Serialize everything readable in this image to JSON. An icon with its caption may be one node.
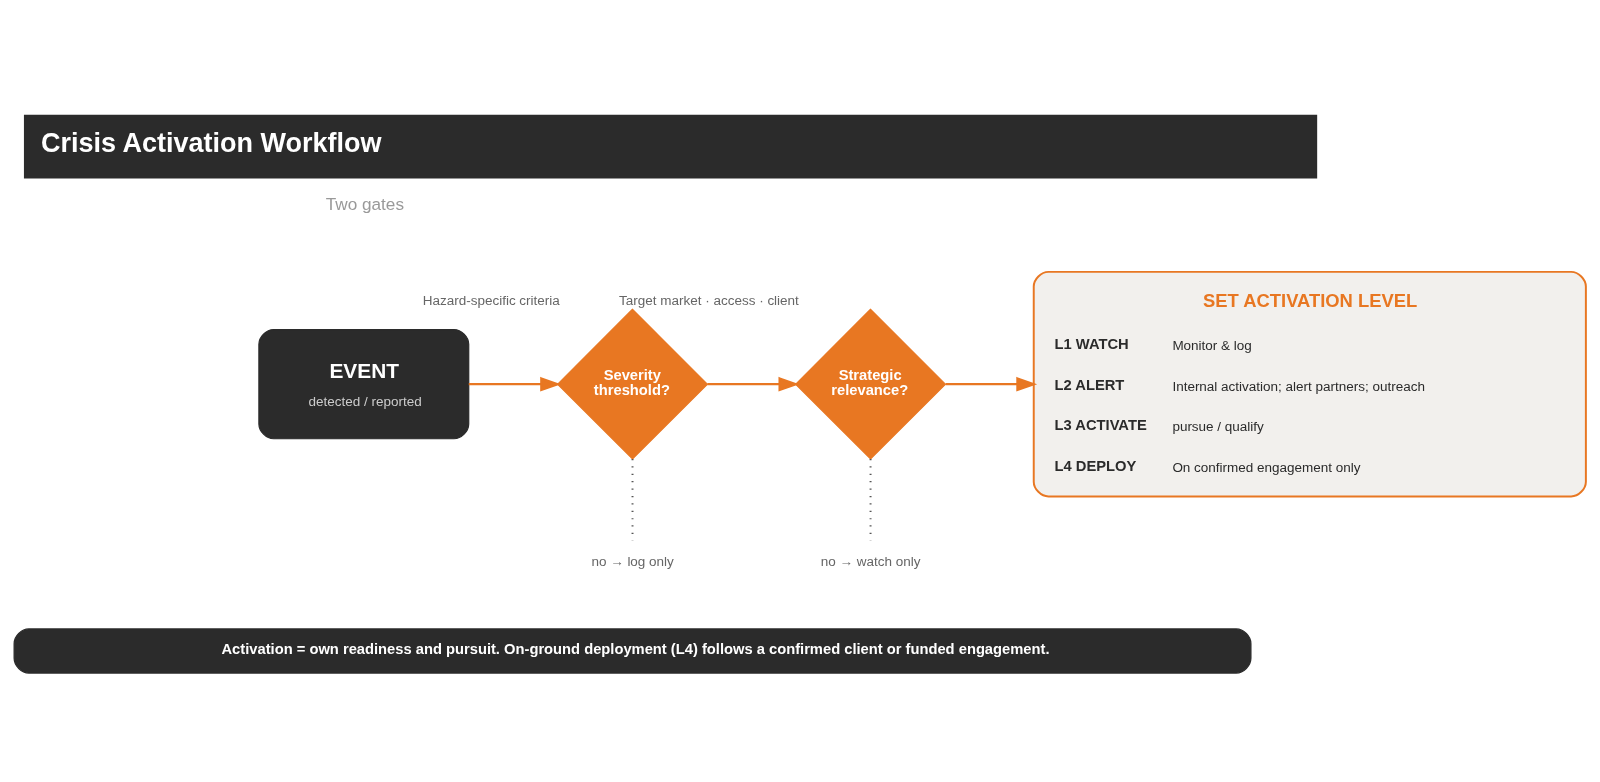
{
  "diagram": {
    "title": "Crisis Activation Workflow",
    "nodes": [
      {
        "text": [
          "EVENT",
          "detected / reported"
        ]
      },
      {
        "text": [
          "Severity threshold?"
        ],
        "beside": [
          "Hazard-specific criteria"
        ]
      },
      {
        "text": [
          "Strategic relevance?"
        ],
        "beside": [
          "Target market · access · client"
        ]
      },
      {
        "text": [
          "SET ACTIVATION LEVEL",
          "L1 WATCH",
          "Monitor & log",
          "L2 ALERT",
          "Internal activation; alert partners; outreach",
          "L3 ACTIVATE",
          "pursue / qualify",
          "L4 DEPLOY",
          "On confirmed engagement only"
        ]
      },
      {
        "text": [
          "no → log only"
        ]
      },
      {
        "text": [
          "no → watch only"
        ]
      },
      {
        "text": [
          "Activation = own readiness and pursuit. On-ground deployment (L4) follows a confirmed client or funded engagement."
        ]
      }
    ],
    "edges": [
      {
        "from": 0,
        "to": 1,
        "arrow": "to"
      },
      {
        "from": 1,
        "to": 2,
        "arrow": "to"
      },
      {
        "from": 2,
        "to": 3,
        "arrow": "to"
      },
      {
        "from": 1,
        "to": 4,
        "arrow": "none",
        "style": "dashed",
        "color": "#555555"
      },
      {
        "from": 2,
        "to": 5,
        "arrow": "none",
        "style": "dashed",
        "color": "#555555"
      }
    ],
    "labels": [
      "Two gates"
    ]
  }
}
